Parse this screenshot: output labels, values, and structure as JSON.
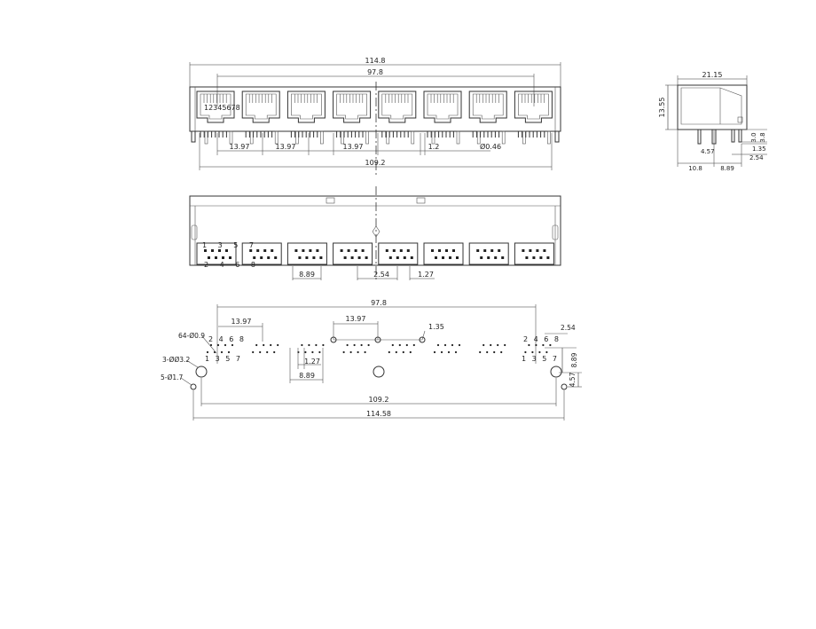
{
  "front_view": {
    "dims": {
      "overall_width": "114.8",
      "pin_span": "97.8",
      "pitch_1": "13.97",
      "pitch_2": "13.97",
      "pitch_3": "13.97",
      "pin_pitch": "1.2",
      "pin_dia": "Ø0.46",
      "post_span": "109.2"
    },
    "pin_numbers": "12345678"
  },
  "side_view": {
    "dims": {
      "depth": "21.15",
      "height": "13.55",
      "tail_3_0": "3.0",
      "tail_3_8": "3.8",
      "d_1_35": "1.35",
      "d_4_57": "4.57",
      "d_2_54": "2.54",
      "d_10_8": "10.8",
      "d_8_89": "8.89"
    }
  },
  "bottom_view": {
    "pins_top": "1 3 5 7",
    "pins_bottom": "2 4 6 8",
    "dims": {
      "row_span": "8.89",
      "spacing": "2.54",
      "pitch": "1.27"
    }
  },
  "footprint": {
    "dims": {
      "span": "97.8",
      "pitch_left": "13.97",
      "pitch_center": "13.97",
      "d_1_35": "1.35",
      "d_2_54": "2.54",
      "d_8_89_right": "8.89",
      "d_4_57": "4.57",
      "d_1_27": "1.27",
      "d_8_89_bottom": "8.89",
      "post_span": "109.2",
      "overall": "114.58"
    },
    "notes": {
      "holes_64": "64-Ø0.9",
      "holes_3": "3-ØØ3.2",
      "holes_5": "5-Ø1.7"
    },
    "pins_upper_left": "2 4 6 8",
    "pins_lower_left": "1 3 5 7",
    "pins_upper_right": "2 4 6 8",
    "pins_lower_right": "1 3 5 7"
  }
}
